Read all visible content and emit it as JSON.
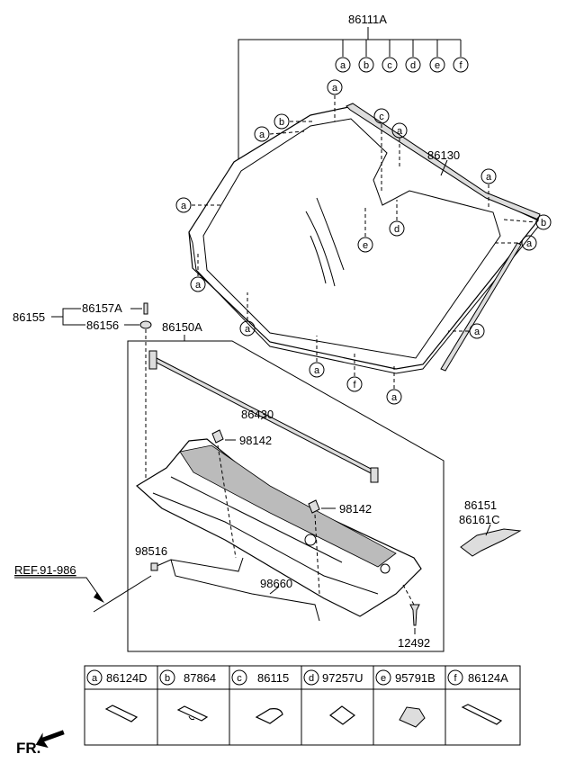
{
  "labels": {
    "assembly": "86111A",
    "molding_top": "86130",
    "bolt_set": "86155",
    "bolt": "86157A",
    "grommet": "86156",
    "cowl_assembly": "86150A",
    "seal": "86430",
    "clip_1": "98142",
    "clip_2": "98142",
    "cover_1": "86151",
    "cover_2": "86161C",
    "nozzle": "98516",
    "reference": "REF.91-986",
    "hose": "98660",
    "screw": "12492",
    "front": "FR."
  },
  "letters": [
    "a",
    "b",
    "c",
    "d",
    "e",
    "f"
  ],
  "callouts": {
    "a": "a",
    "b": "b",
    "c": "c",
    "d": "d",
    "e": "e",
    "f": "f"
  },
  "table": {
    "columns": [
      {
        "letter": "a",
        "part": "86124D"
      },
      {
        "letter": "b",
        "part": "87864"
      },
      {
        "letter": "c",
        "part": "86115"
      },
      {
        "letter": "d",
        "part": "97257U"
      },
      {
        "letter": "e",
        "part": "95791B"
      },
      {
        "letter": "f",
        "part": "86124A"
      }
    ]
  }
}
